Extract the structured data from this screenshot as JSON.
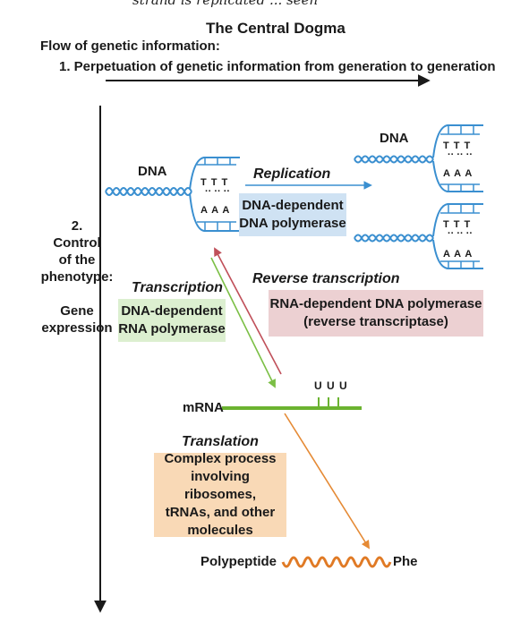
{
  "header_scribble": "strand is replicated ... seen",
  "title": "The Central Dogma",
  "flow_heading": "Flow of genetic information:",
  "point1": "1. Perpetuation of genetic information from generation to generation",
  "side_label": {
    "num": "2.",
    "line1": "Control",
    "line2": "of the",
    "line3": "phenotype:",
    "line4": "Gene",
    "line5": "expression"
  },
  "dna_left": {
    "label": "DNA",
    "top_bases": "T T T",
    "bottom_bases": "A A A"
  },
  "dna_right_top": {
    "label": "DNA",
    "top_bases": "T T T",
    "bottom_bases": "A A A"
  },
  "dna_right_bottom": {
    "top_bases": "T T T",
    "bottom_bases": "A A A"
  },
  "replication": {
    "label": "Replication",
    "enzyme_line1": "DNA-dependent",
    "enzyme_line2": "DNA polymerase"
  },
  "reverse_transcription": {
    "label": "Reverse transcription",
    "enzyme_line1": "RNA-dependent DNA polymerase",
    "enzyme_line2": "(reverse transcriptase)"
  },
  "transcription": {
    "label": "Transcription",
    "enzyme_line1": "DNA-dependent",
    "enzyme_line2": "RNA polymerase"
  },
  "mrna": {
    "label": "mRNA",
    "bases": "U U U"
  },
  "translation": {
    "label": "Translation",
    "line1": "Complex process",
    "line2": "involving ribosomes,",
    "line3": "tRNAs, and other",
    "line4": "molecules"
  },
  "polypeptide": {
    "label": "Polypeptide",
    "residue": "Phe"
  },
  "colors": {
    "dna_strand": "#3a8fd0",
    "replication_arrow": "#3a8fd0",
    "reverse_arrow": "#c0505a",
    "transcription_arrow": "#7bbf45",
    "mrna": "#6bb330",
    "translation_arrow": "#e58a35",
    "polypeptide": "#e07a25",
    "axis": "#1a1a1a"
  }
}
